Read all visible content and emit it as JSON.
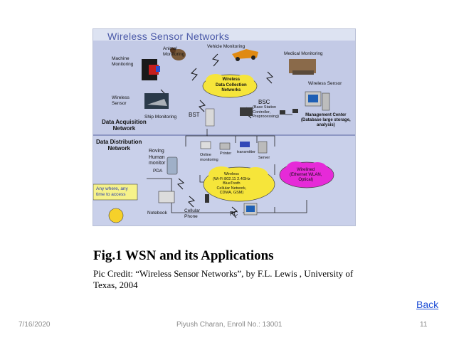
{
  "figure": {
    "title": "Wireless Sensor Networks",
    "labels": {
      "machine_monitoring": "Machine\nMonitoring",
      "animal_monitoring": "Animal\nMonitoring",
      "vehicle_monitoring": "Vehicle Monitoring",
      "medical_monitoring": "Medical Monitoring",
      "wireless_sensor_left": "Wireless\nSensor",
      "wireless_sensor_right": "Wireless Sensor",
      "ship_monitoring": "Ship Monitoring",
      "bst": "BST",
      "bsc": "BSC",
      "bsc_detail": "(Base Station\nController,\nPreprocessing)",
      "cloud_collection": "Wireless\nData Collection\nNetworks",
      "management_center": "Management Center\n(Database large storage,\nanalysis)",
      "data_acquisition": "Data Acquisition\nNetwork",
      "data_distribution": "Data Distribution\nNetwork",
      "roving_human": "Roving\nHuman\nmonitor",
      "pda": "PDA",
      "online_monitoring": "Online\nmonitoring",
      "printer": "Printer",
      "transmitter": "transmitter",
      "server": "Server",
      "cloud_wireless": "Wireless\n(Wi-Fi 802.11 2.4GHz\nBlueTooth\nCellular Network,\nCDMA, GSM)",
      "cloud_wirelined": "Wirelined\n(Ethernet WLAN,\nOptical)",
      "any_where": "Any where, any\ntime to access",
      "notebook": "Notebook",
      "cellular_phone": "Cellular\nPhone",
      "pc": "PC"
    }
  },
  "caption": {
    "title": "Fig.1 WSN and its Applications",
    "credit": "Pic Credit:  “Wireless Sensor Networks”, by F.L. Lewis , University of Texas, 2004"
  },
  "nav": {
    "back_label": "Back"
  },
  "footer": {
    "date": "7/16/2020",
    "author": "Piyush Charan, Enroll No.: 13001",
    "page": "11"
  },
  "colors": {
    "panel": "#c3cae6",
    "cloud_yellow": "#f6e53a",
    "cloud_magenta": "#e62ad8",
    "link": "#1f4fd6"
  }
}
